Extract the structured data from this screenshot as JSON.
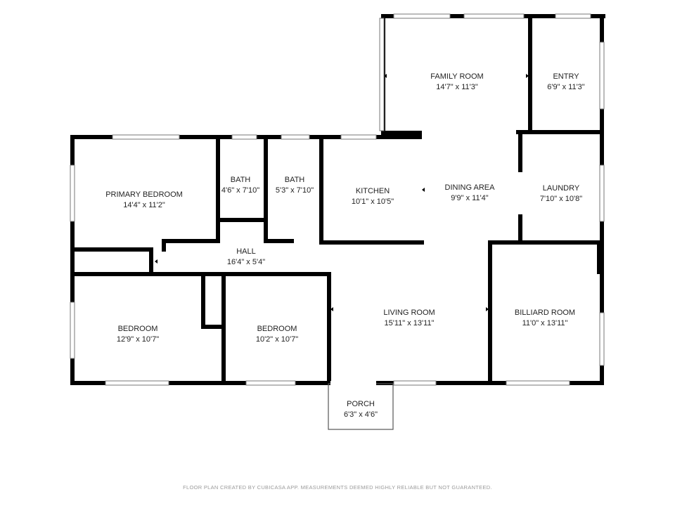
{
  "rooms": {
    "family_room": {
      "name": "FAMILY ROOM",
      "dim": "14'7\" x 11'3\""
    },
    "entry": {
      "name": "ENTRY",
      "dim": "6'9\" x 11'3\""
    },
    "primary_bedroom": {
      "name": "PRIMARY BEDROOM",
      "dim": "14'4\" x 11'2\""
    },
    "bath_1": {
      "name": "BATH",
      "dim": "4'6\" x 7'10\""
    },
    "bath_2": {
      "name": "BATH",
      "dim": "5'3\" x 7'10\""
    },
    "kitchen": {
      "name": "KITCHEN",
      "dim": "10'1\" x 10'5\""
    },
    "dining_area": {
      "name": "DINING AREA",
      "dim": "9'9\" x 11'4\""
    },
    "laundry": {
      "name": "LAUNDRY",
      "dim": "7'10\" x 10'8\""
    },
    "hall": {
      "name": "HALL",
      "dim": "16'4\" x 5'4\""
    },
    "bedroom_1": {
      "name": "BEDROOM",
      "dim": "12'9\" x 10'7\""
    },
    "bedroom_2": {
      "name": "BEDROOM",
      "dim": "10'2\" x 10'7\""
    },
    "living_room": {
      "name": "LIVING ROOM",
      "dim": "15'11\" x 13'11\""
    },
    "billiard_room": {
      "name": "BILLIARD ROOM",
      "dim": "11'0\" x 13'11\""
    },
    "porch": {
      "name": "PORCH",
      "dim": "6'3\" x 4'6\""
    }
  },
  "footer": "FLOOR PLAN CREATED BY CUBICASA APP. MEASUREMENTS DEEMED HIGHLY RELIABLE BUT NOT GUARANTEED."
}
